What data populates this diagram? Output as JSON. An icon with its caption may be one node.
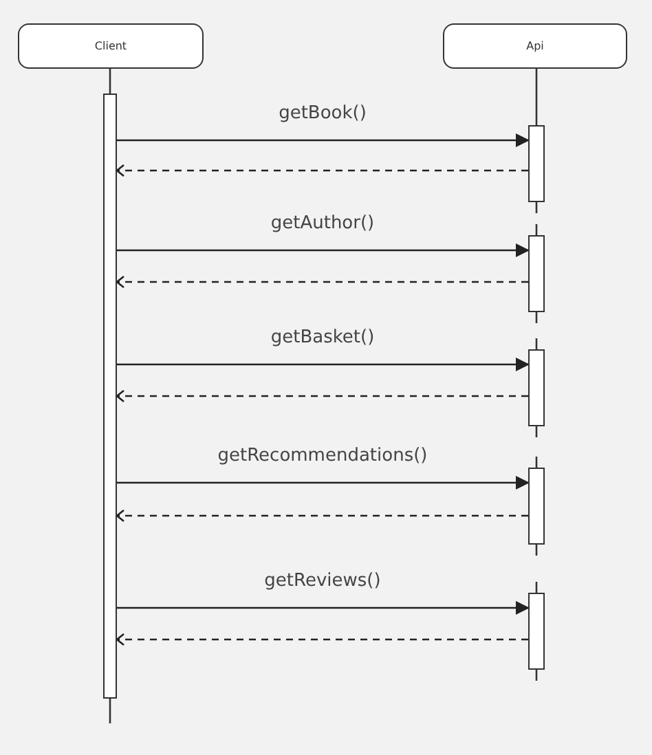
{
  "diagram": {
    "nodes": [
      {
        "text": [
          "Client"
        ]
      },
      {
        "text": [
          "Api"
        ]
      },
      {
        "text": [],
        "shape": "bar"
      },
      {
        "text": [],
        "shape": "bar"
      },
      {
        "text": [],
        "shape": "bar"
      },
      {
        "text": [],
        "shape": "bar"
      },
      {
        "text": [],
        "shape": "bar"
      },
      {
        "text": [],
        "shape": "bar"
      }
    ],
    "edges": [
      {
        "from": 0,
        "to": 2,
        "arrow": "none"
      },
      {
        "from": 1,
        "to": 3,
        "arrow": "none"
      },
      {
        "from": 2,
        "to": 3,
        "arrow": "to",
        "label": "getBook()"
      },
      {
        "from": 3,
        "to": 2,
        "arrow": "to",
        "style": "dashed"
      },
      {
        "from": 2,
        "to": 4,
        "arrow": "to",
        "label": "getAuthor()"
      },
      {
        "from": 4,
        "to": 2,
        "arrow": "to",
        "style": "dashed"
      },
      {
        "from": 2,
        "to": 5,
        "arrow": "to",
        "label": "getBasket()"
      },
      {
        "from": 5,
        "to": 2,
        "arrow": "to",
        "style": "dashed"
      },
      {
        "from": 2,
        "to": 6,
        "arrow": "to",
        "label": "getRecommendations()"
      },
      {
        "from": 6,
        "to": 2,
        "arrow": "to",
        "style": "dashed"
      },
      {
        "from": 2,
        "to": 7,
        "arrow": "to",
        "label": "getReviews()"
      },
      {
        "from": 7,
        "to": 2,
        "arrow": "to",
        "style": "dashed"
      }
    ]
  }
}
